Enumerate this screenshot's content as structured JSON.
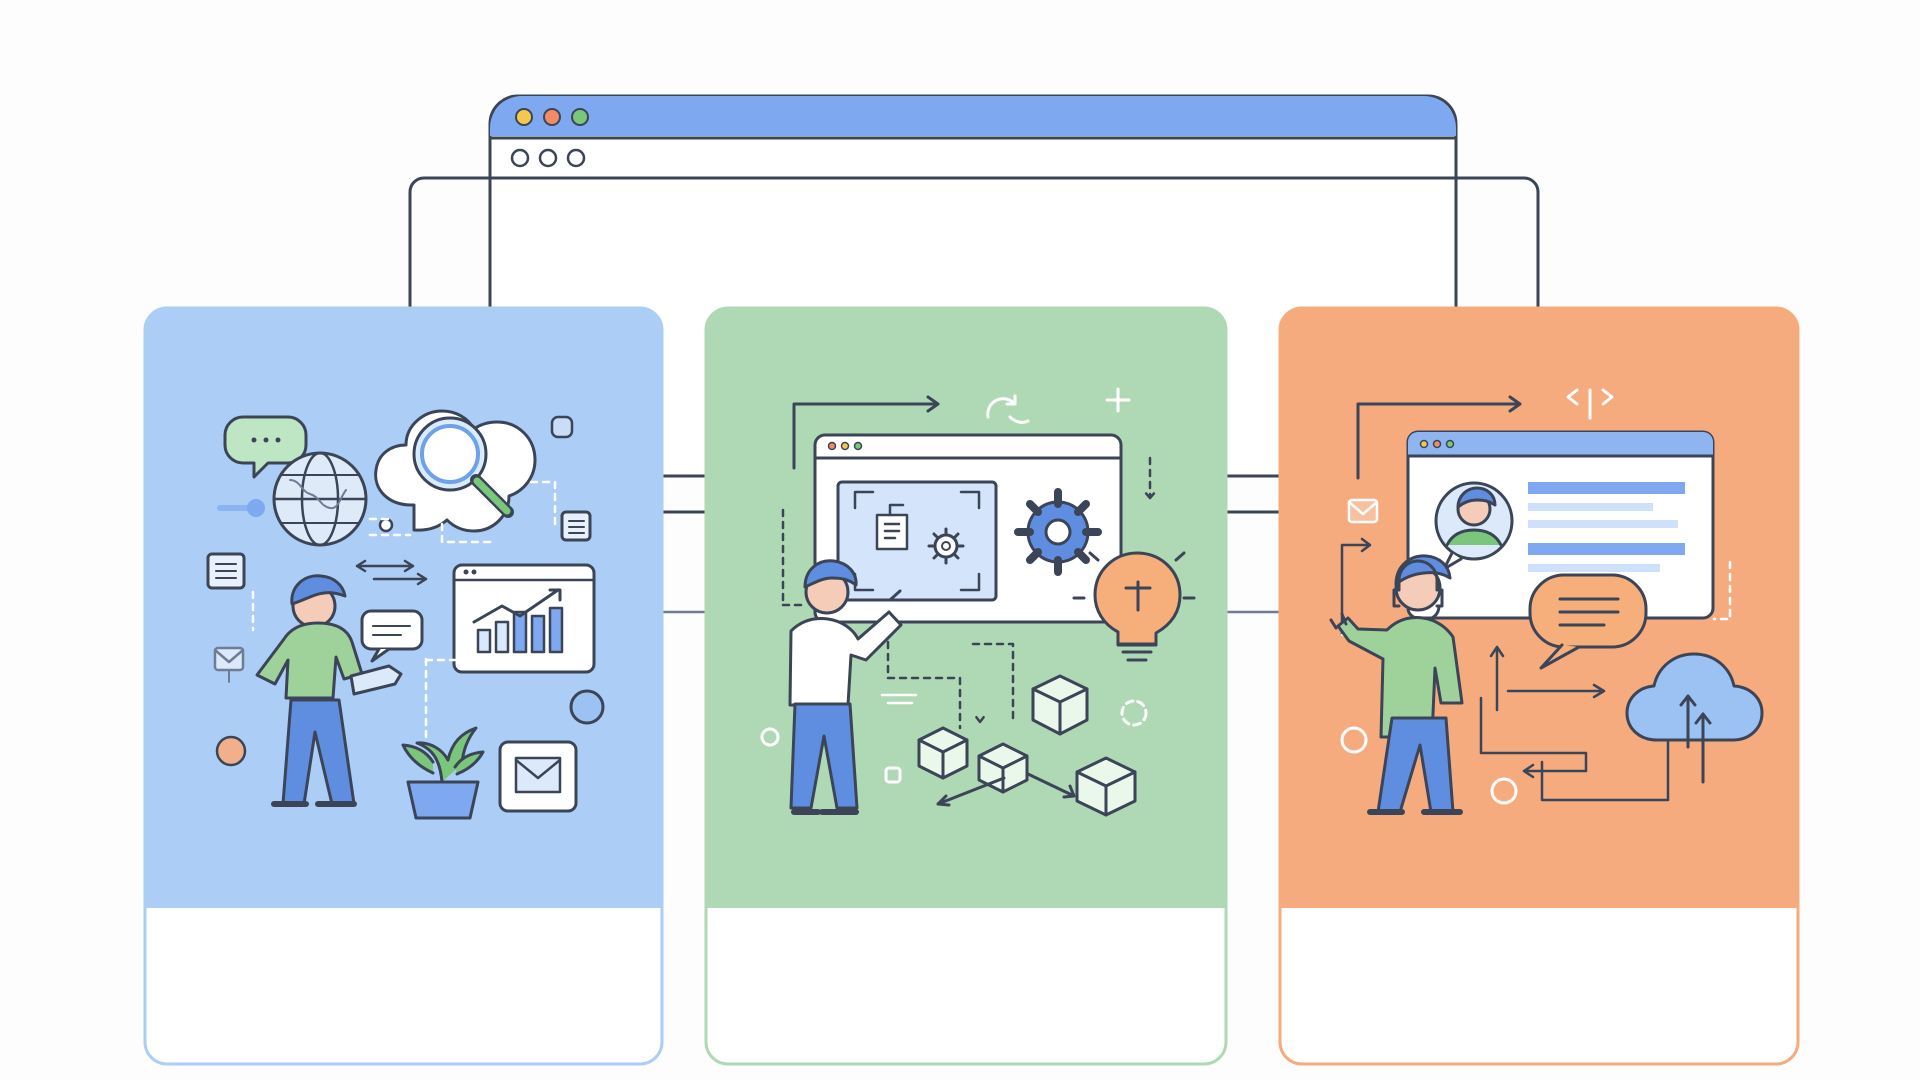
{
  "palette": {
    "blue": "#7ea8ef",
    "blue_light": "#abcdf6",
    "green": "#afd8b4",
    "orange": "#f5ab7e",
    "line_dark": "#3b4557",
    "line_soft": "#6f7c95",
    "white": "#ffffff",
    "accent_light": "#f3f6fb"
  },
  "window_controls": [
    {
      "name": "traffic-light-1",
      "color": "#f2c94c"
    },
    {
      "name": "traffic-light-2",
      "color": "#f28b66"
    },
    {
      "name": "traffic-light-3",
      "color": "#7ac67a"
    }
  ],
  "cards": [
    {
      "id": "research",
      "color": "#abcdf6",
      "border": "#abcdf6"
    },
    {
      "id": "design",
      "color": "#afd8b4",
      "border": "#afd8b4"
    },
    {
      "id": "support",
      "color": "#f5ab7e",
      "border": "#f5ab7e"
    }
  ],
  "icons": [
    "chat-bubble-icon",
    "globe-icon",
    "magnifier-icon",
    "document-icon",
    "chart-icon",
    "mail-icon",
    "plant-icon",
    "browser-window-icon",
    "gear-icon",
    "lightbulb-icon",
    "cube-icon",
    "profile-icon",
    "speech-bubble-icon",
    "cloud-icon",
    "headset-icon"
  ]
}
